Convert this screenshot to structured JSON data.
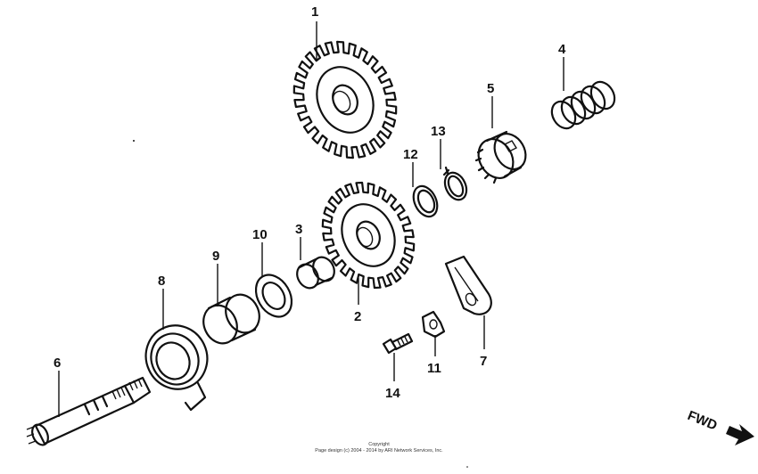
{
  "callouts": {
    "c1": "1",
    "c2": "2",
    "c3": "3",
    "c4": "4",
    "c5": "5",
    "c6": "6",
    "c7": "7",
    "c8": "8",
    "c9": "9",
    "c10": "10",
    "c11": "11",
    "c12": "12",
    "c13": "13",
    "c14": "14"
  },
  "direction": {
    "label": "FWD"
  },
  "copyright": {
    "line1": "Copyright",
    "line2": "Page design (c) 2004 - 2014 by ARI Network Services, Inc."
  }
}
